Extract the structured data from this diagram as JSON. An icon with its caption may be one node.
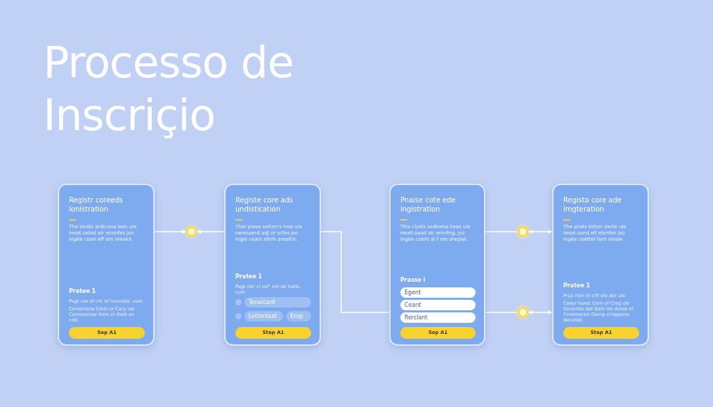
{
  "diagram": {
    "title": "Processo de Inscriçio",
    "nodes": [
      {
        "text": [
          "Registr coreeds lonistration",
          "The oiɛiés ardicona laes ule reset.osted alr enonfes jso ingée coarl eff om oreakit.",
          "Pratee 1",
          "Pegt ruo of crh of receraliz. vum",
          "Ceroortana Coim er Cary ule Connsteroar Iorm et thob an cod."
        ]
      },
      {
        "text": [
          "Sep A1"
        ],
        "in": 0
      },
      {
        "text": [],
        "shape": "circle"
      },
      {
        "text": [
          "Registe core ads undistication",
          "Ther plese sotton's lose ule neoouend aqt or orfes jso ingie ceanl afom areafirs.",
          "Pratee 1",
          "Pegt noi' ci oef' om de ttalls. cum"
        ]
      },
      {
        "text": [
          "Tenaicant"
        ],
        "in": 3
      },
      {
        "text": [
          "Lettenlaat"
        ],
        "in": 3
      },
      {
        "text": [
          "Erop"
        ],
        "in": 3
      },
      {
        "text": [
          "Step A1"
        ],
        "in": 3
      },
      {
        "text": [
          "Pnaise cote ede ingistration",
          "This clyeis sodtoma twes ule reset.oaod alr eronfng, jso ingée coant al f om dreplat.",
          "Prasse i"
        ]
      },
      {
        "text": [
          "Egent"
        ],
        "in": 8
      },
      {
        "text": [
          "Ceant"
        ],
        "in": 8
      },
      {
        "text": [
          "Rerclant"
        ],
        "in": 8
      },
      {
        "text": [
          "Sep A1"
        ],
        "in": 8
      },
      {
        "text": [],
        "shape": "circle"
      },
      {
        "text": [],
        "shape": "circle"
      },
      {
        "text": [
          "Regista core ade imgteration",
          "The pioés lotton darte ule reset.oond ell elonfeo jso ingée coettel font oleaw.",
          "Pratee 1",
          "Prujl rton of crfl ofe der ule.",
          "Coser hanst Corn ef Crag ule Genenito dal Gorn iso detak ef Crnomeratr Oarnp crnppares decafed."
        ]
      },
      {
        "text": [
          "Step A1"
        ],
        "in": 15
      }
    ],
    "edges": [
      {
        "from": 0,
        "to": 2,
        "arrow": "to"
      },
      {
        "from": 3,
        "to": 2,
        "arrow": "to"
      },
      {
        "from": 3,
        "to": 8,
        "arrow": "none"
      },
      {
        "from": 8,
        "to": 13,
        "arrow": "none"
      },
      {
        "from": 13,
        "to": 15,
        "arrow": "both"
      },
      {
        "from": 8,
        "to": 14,
        "arrow": "none"
      },
      {
        "from": 14,
        "to": 15,
        "arrow": "both"
      }
    ]
  }
}
